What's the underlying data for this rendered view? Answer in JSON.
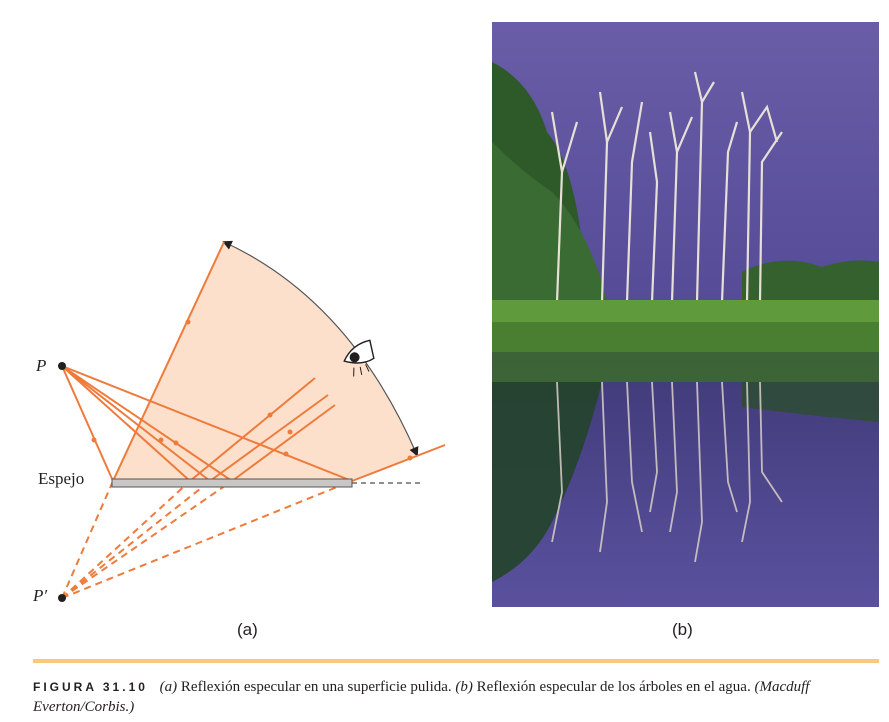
{
  "diagram": {
    "point_p": "P",
    "point_p_prime": "P′",
    "mirror_label": "Espejo",
    "sublabel_a": "(a)",
    "ray_color": "#ee7b3b",
    "fan_fill": "#fde0cc",
    "mirror_color": "#c9c6c6",
    "icons": [
      "eye-icon"
    ]
  },
  "photo": {
    "sublabel_b": "(b)",
    "sky_color": "#5a4f9c",
    "water_color": "#4a4390",
    "grass_color": "#5f9a3c"
  },
  "caption": {
    "figure_label": "FIGURA 31.10",
    "part_a_marker": "(a)",
    "text_a": "Reflexión especular en una superficie pulida.",
    "part_b_marker": "(b)",
    "text_b": "Reflexión especular de los árboles en el agua.",
    "credit": "(Macduff Everton/Corbis.)"
  },
  "accent_color": "#f7c978"
}
